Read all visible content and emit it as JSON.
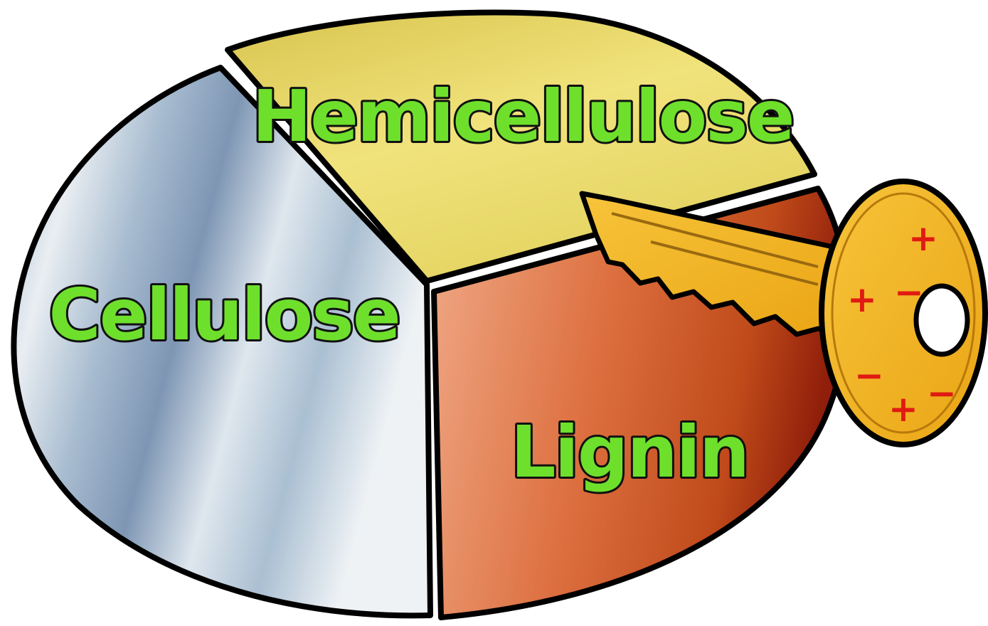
{
  "segments": {
    "cellulose": {
      "label": "Cellulose"
    },
    "hemicellulose": {
      "label": "Hemicellulose"
    },
    "lignin": {
      "label": "Lignin"
    }
  },
  "key": {
    "icon": "key-icon",
    "signs": [
      "+",
      "−",
      "+",
      "−",
      "+",
      "−"
    ]
  },
  "colors": {
    "label_fill": "#6ee02c",
    "cellulose": "#a9bfd2",
    "hemicellulose": "#e2d25f",
    "lignin": "#cf5a28",
    "key": "#f2b421",
    "sign": "#e01a12"
  }
}
